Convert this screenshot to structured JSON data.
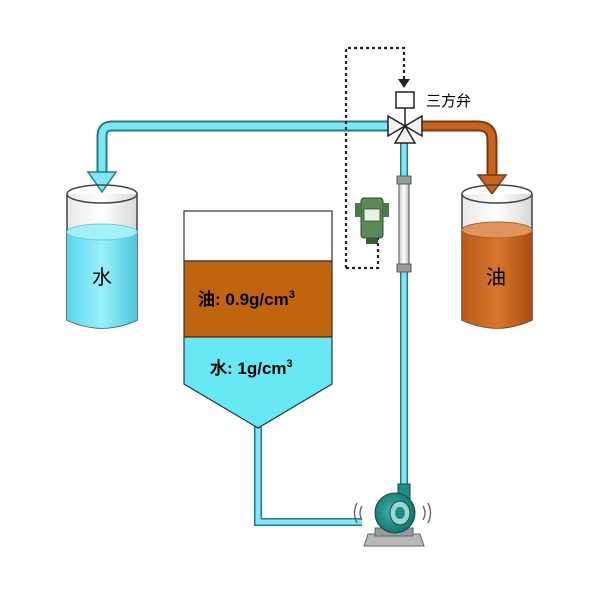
{
  "valve": {
    "label": "三方弁"
  },
  "left_tank": {
    "label": "水",
    "color": "#66E0F0"
  },
  "right_tank": {
    "label": "油",
    "color": "#C8641E"
  },
  "separator": {
    "oil": {
      "name": "油",
      "density_value": "0.9g/cm",
      "density_sup": "3",
      "color": "#C0640E"
    },
    "water": {
      "name": "水",
      "density_value": "1g/cm",
      "density_sup": "3",
      "color": "#66E8F5"
    }
  },
  "colors": {
    "pipe": "#80E8F5",
    "pipe_edge": "#1E7F8A",
    "oil_pipe": "#C8641E",
    "pump": "#1E8C88"
  }
}
